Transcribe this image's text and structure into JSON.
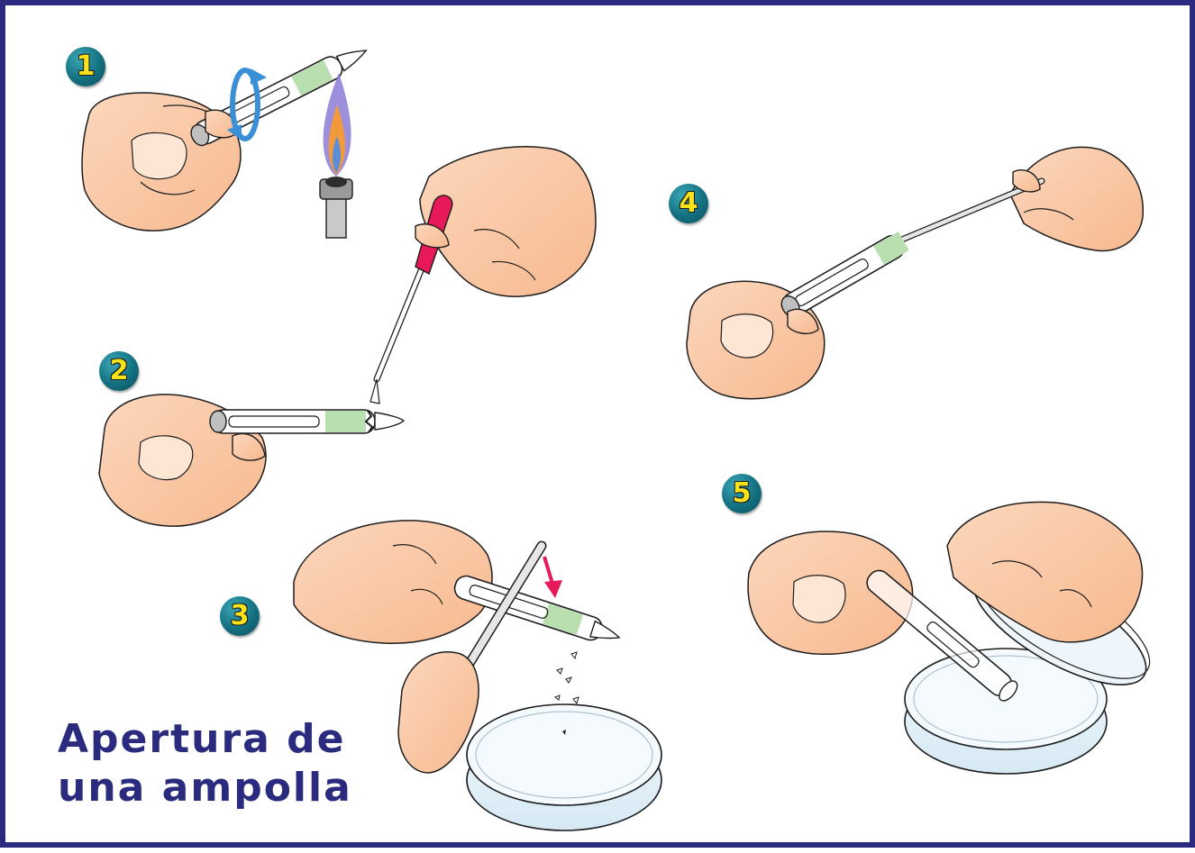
{
  "title": {
    "line1": "Apertura de",
    "line2": "una ampolla"
  },
  "steps": [
    {
      "number": "1"
    },
    {
      "number": "2"
    },
    {
      "number": "3"
    },
    {
      "number": "4"
    },
    {
      "number": "5"
    }
  ],
  "colors": {
    "border": "#2a2b7e",
    "title": "#2a2b7e",
    "badge": "#137080",
    "badge_digit": "#f7e21b",
    "skin": "#fbc9a6",
    "cotton": "#b9dfb0",
    "bulb": "#e8195a",
    "arrow": "#e8195a",
    "rotation_arrow": "#3b8fd6"
  },
  "icons": [
    "hand-icon",
    "ampoule-icon",
    "bunsen-burner-icon",
    "flame-icon",
    "rotation-arrow-icon",
    "dropper-icon",
    "file-icon",
    "forceps-icon",
    "petri-dish-icon",
    "down-arrow-icon"
  ]
}
